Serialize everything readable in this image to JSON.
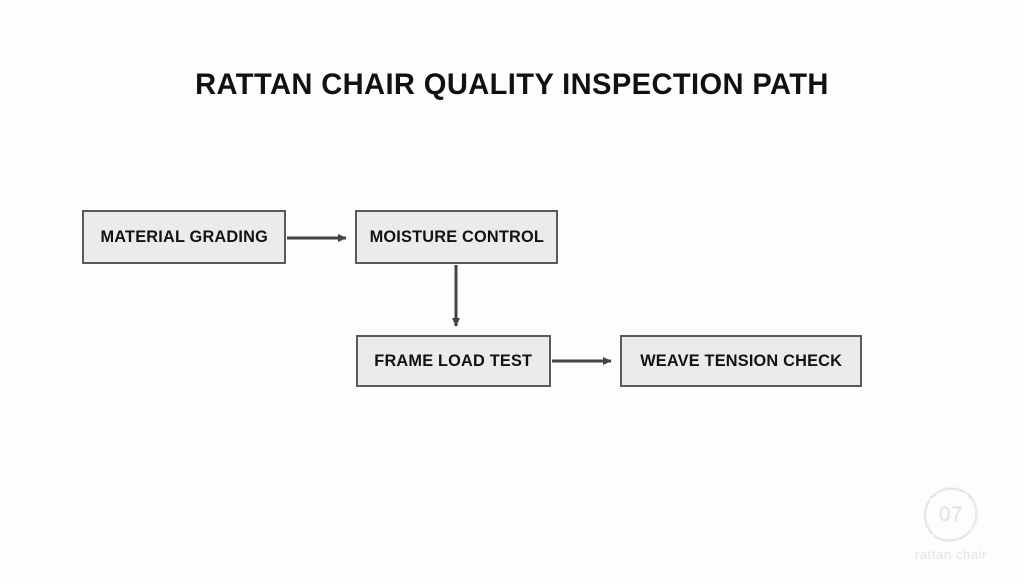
{
  "slide": {
    "title": "RATTAN CHAIR QUALITY INSPECTION PATH",
    "background_color": "#fdfdfd",
    "title_color": "#111111"
  },
  "diagram": {
    "type": "flowchart",
    "node_fill_color": "#ebebeb",
    "node_border_color": "#5a5a5a",
    "connector_color": "#444444",
    "nodes": [
      {
        "id": "material-grading",
        "label": "MATERIAL GRADING"
      },
      {
        "id": "moisture-control",
        "label": "MOISTURE CONTROL"
      },
      {
        "id": "frame-load-test",
        "label": "FRAME LOAD TEST"
      },
      {
        "id": "weave-tension-check",
        "label": "WEAVE TENSION CHECK"
      }
    ],
    "connectors": [
      {
        "from": "material-grading",
        "to": "moisture-control",
        "direction": "right"
      },
      {
        "from": "moisture-control",
        "to": "frame-load-test",
        "direction": "down"
      },
      {
        "from": "frame-load-test",
        "to": "weave-tension-check",
        "direction": "right"
      }
    ]
  },
  "watermark": {
    "number": "07",
    "brand": "rattan chair",
    "color": "#e3e3e3"
  }
}
